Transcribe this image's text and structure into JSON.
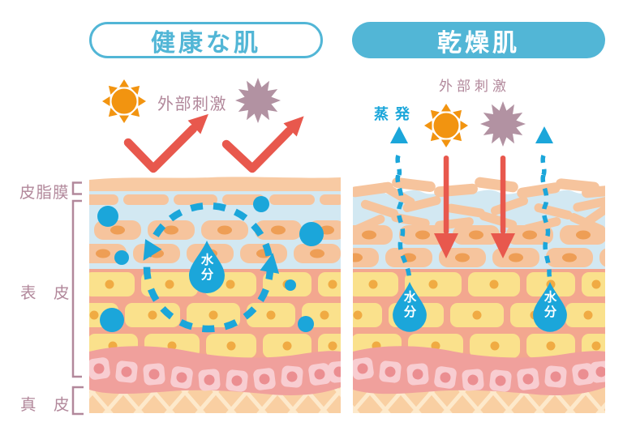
{
  "colors": {
    "title_blue": "#52b6d6",
    "water_blue": "#1ba6da",
    "red": "#e8584d",
    "orange": "#f29410",
    "mauve": "#b2889b",
    "mauve_star": "#b292a2",
    "peach_surface": "#f8caa3",
    "peach_cell": "#f6c49d",
    "cell_nucleus": "#ee9e55",
    "light_blue_bg": "#d2e8f2",
    "salmon_bg": "#f3a78f",
    "yellow_cell": "#fae18c",
    "yellow_nucleus": "#f0ab43",
    "pink_band": "#f0a09c",
    "pink_square": "#f8cdd1",
    "pink_square_nucleus": "#eb8e91",
    "lattice_bg": "#f9cfa2",
    "lattice_line": "#fde9cb"
  },
  "left_panel": {
    "title": "健康な肌",
    "stimuli_label": "外部刺激",
    "moisture_label": "水分",
    "layer_labels": {
      "sebum_film": "皮脂膜",
      "epidermis": "表　皮",
      "dermis": "真　皮"
    }
  },
  "right_panel": {
    "title": "乾燥肌",
    "stimuli_label": "外部刺激",
    "evaporation_label": "蒸発",
    "moisture_label_1": "水分",
    "moisture_label_2": "水分"
  }
}
